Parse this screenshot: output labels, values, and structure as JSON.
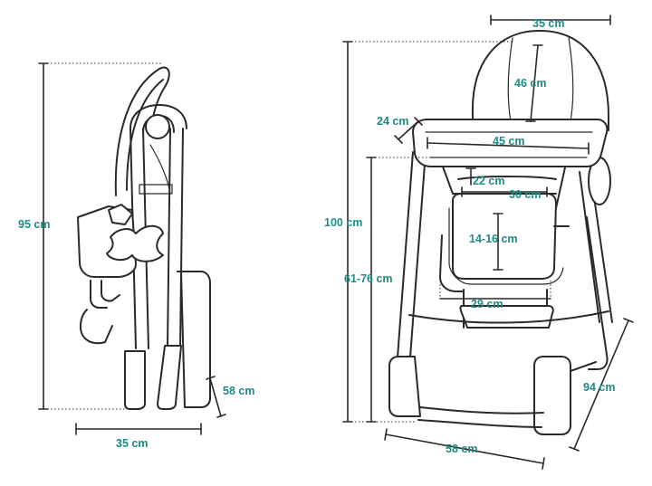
{
  "colors": {
    "label": "#1e8c86",
    "line": "#2a2a2a",
    "background": "#ffffff"
  },
  "folded": {
    "height_label": "95 cm",
    "width_label": "35 cm",
    "depth_label": "58 cm"
  },
  "unfolded": {
    "backrest_width_label": "35 cm",
    "backrest_height_label": "46 cm",
    "tray_depth_label": "24 cm",
    "tray_width_label": "45 cm",
    "seat_depth_label": "22 cm",
    "seat_width_label": "30 cm",
    "seat_height_range_label": "14-16 cm",
    "footrest_width_label": "29 cm",
    "total_height_label": "100 cm",
    "seat_floor_height_label": "61-76 cm",
    "base_width_label": "58 cm",
    "base_depth_label": "94 cm"
  }
}
